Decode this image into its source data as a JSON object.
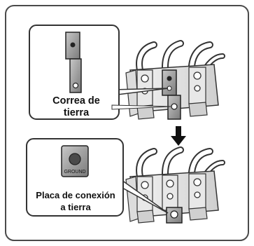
{
  "callouts": {
    "strap": {
      "line1": "Correa de",
      "line2": "tierra"
    },
    "plate": {
      "line1": "Placa de conexión",
      "line2": "a tierra",
      "stamp": "GROUND"
    }
  },
  "colors": {
    "frame_border": "#4a4a4a",
    "metal_light": "#d9d9d9",
    "metal_mid": "#a6a6a6",
    "metal_dark": "#5a5a5a",
    "block_fill": "#ececec",
    "arrow": "#111111"
  }
}
